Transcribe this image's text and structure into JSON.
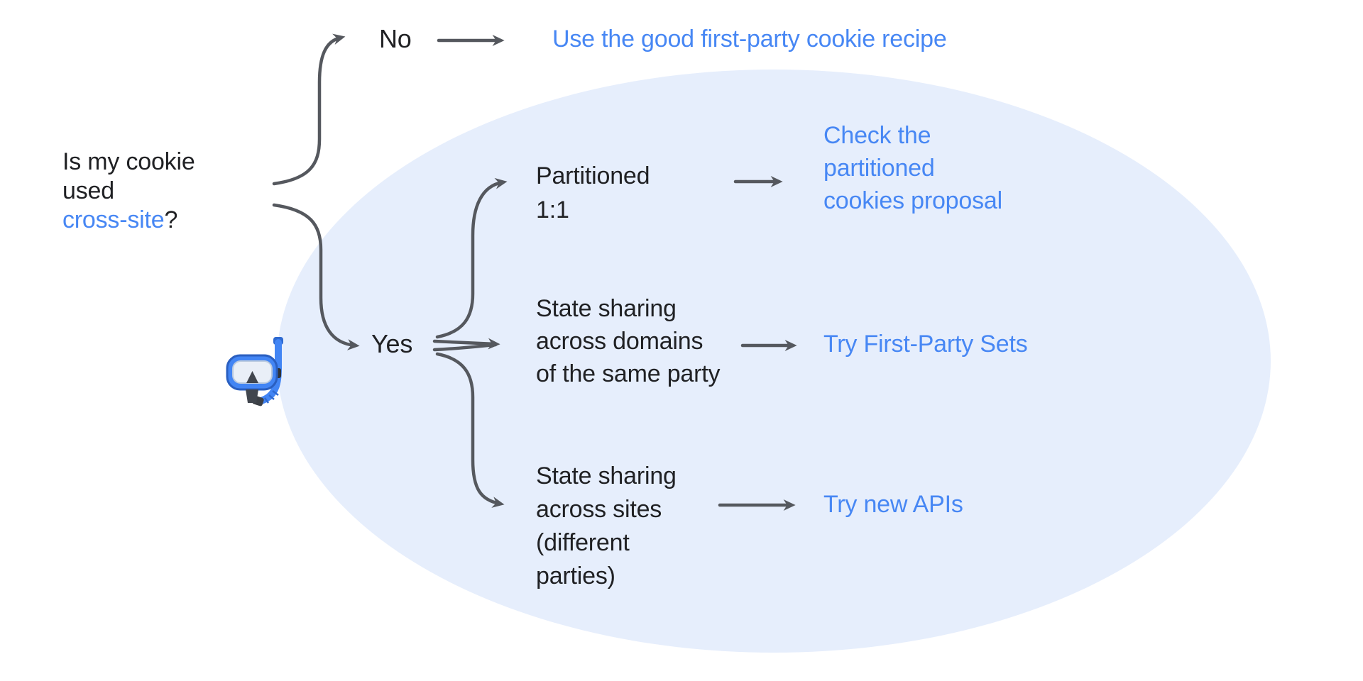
{
  "question": {
    "lines": [
      "Is my cookie",
      "used"
    ],
    "highlight": "cross-site",
    "punctuation": "?"
  },
  "no_branch": {
    "label": "No",
    "result": "Use the good first-party cookie recipe"
  },
  "yes_branch": {
    "label": "Yes",
    "options": [
      {
        "label_lines": [
          "Partitioned",
          "1:1"
        ],
        "result_lines": [
          "Check the",
          "partitioned",
          "cookies proposal"
        ]
      },
      {
        "label_lines": [
          "State sharing",
          "across domains",
          "of the same party"
        ],
        "result_lines": [
          "Try First-Party Sets"
        ]
      },
      {
        "label_lines": [
          "State sharing",
          "across sites",
          "(different",
          "parties)"
        ],
        "result_lines": [
          "Try new APIs"
        ]
      }
    ]
  },
  "icons": {
    "diving_mask": "🤿"
  },
  "colors": {
    "link_blue": "#4787F4",
    "text_black": "#202124",
    "arrow_gray": "#55585E",
    "ellipse_fill": "#E6EEFC"
  }
}
